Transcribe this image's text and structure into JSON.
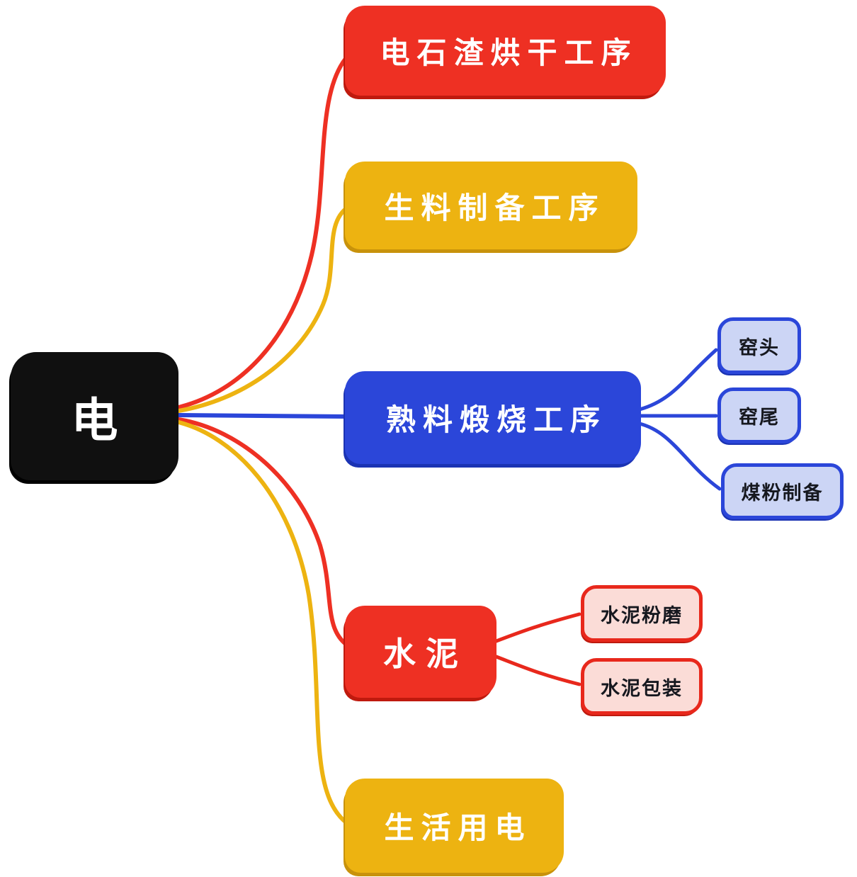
{
  "root": {
    "label": "电"
  },
  "branches": [
    {
      "label": "电石渣烘干工序",
      "color": "#ee3023"
    },
    {
      "label": "生料制备工序",
      "color": "#edb311"
    },
    {
      "label": "熟料煅烧工序",
      "color": "#2b46d9",
      "children": [
        {
          "label": "窑头"
        },
        {
          "label": "窑尾"
        },
        {
          "label": "煤粉制备"
        }
      ]
    },
    {
      "label": "水泥",
      "color": "#ee3023",
      "children": [
        {
          "label": "水泥粉磨"
        },
        {
          "label": "水泥包装"
        }
      ]
    },
    {
      "label": "生活用电",
      "color": "#edb311"
    }
  ],
  "palette": {
    "red": "#ee3023",
    "yellow": "#edb311",
    "blue": "#2b46d9",
    "black": "#101010",
    "child_blue_bg": "#ccd5f5",
    "child_red_bg": "#fbdcd7",
    "background": "#ffffff"
  }
}
